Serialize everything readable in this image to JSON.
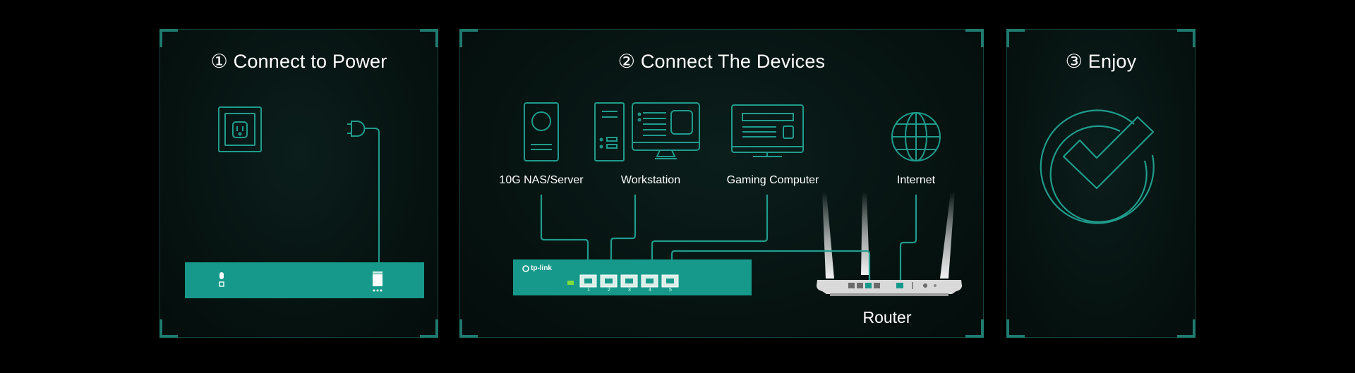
{
  "colors": {
    "background": "#000000",
    "panel_border": "#17453f",
    "accent": "#1f9c8c",
    "device_body": "#16998a",
    "router_body": "#d9d9d9",
    "status_led": "#7fdc3a"
  },
  "panels": [
    {
      "title": "① Connect to Power"
    },
    {
      "title": "② Connect The Devices"
    },
    {
      "title": "③ Enjoy"
    }
  ],
  "devices": {
    "nas": {
      "label": "10G NAS/Server",
      "icon": "nas-server-icon"
    },
    "workstation": {
      "label": "Workstation",
      "icon": "workstation-icon"
    },
    "gaming": {
      "label": "Gaming Computer",
      "icon": "monitor-icon"
    },
    "internet": {
      "label": "Internet",
      "icon": "globe-icon"
    }
  },
  "switch": {
    "brand": "tp-link",
    "ports": [
      "1",
      "2",
      "3",
      "4",
      "5"
    ]
  },
  "router": {
    "label": "Router"
  },
  "icons": {
    "power_outlet": "power-outlet-icon",
    "power_plug": "power-plug-icon",
    "success": "check-circle-icon"
  }
}
